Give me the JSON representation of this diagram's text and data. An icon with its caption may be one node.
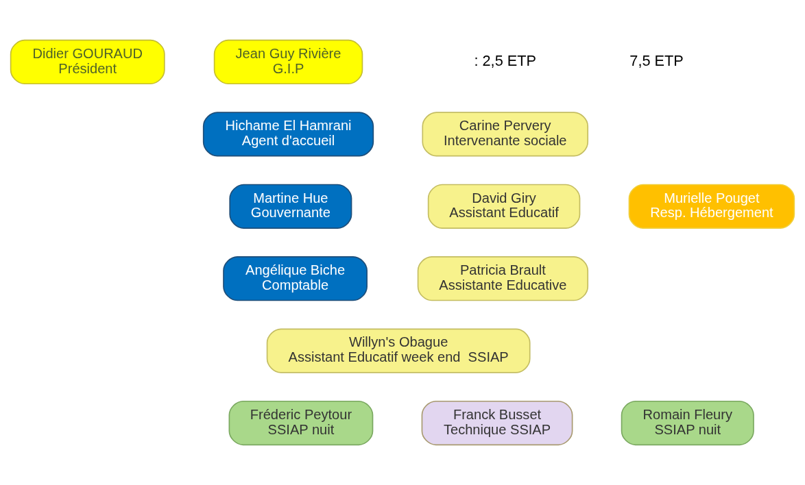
{
  "diagram": {
    "nodes": [
      {
        "text": [
          "Didier GOURAUD",
          "Président"
        ]
      },
      {
        "text": [
          "Jean Guy Rivière",
          "G.I.P"
        ]
      },
      {
        "text": [
          "Carine Pervery",
          "Intervenante sociale"
        ]
      },
      {
        "text": [
          "Hichame El Hamrani",
          "Agent d'accueil"
        ]
      },
      {
        "text": [
          "David Giry",
          "Assistant Educatif"
        ]
      },
      {
        "text": [
          "Murielle Pouget",
          "Resp. Hébergement"
        ]
      },
      {
        "text": [
          "Martine Hue",
          "Gouvernante"
        ]
      },
      {
        "text": [
          "Patricia Brault",
          "Assistante Educative"
        ]
      },
      {
        "text": [
          "Angélique Biche",
          "Comptable"
        ]
      },
      {
        "text": [
          "Willyn's Obague",
          "Assistant Educatif week end  SSIAP"
        ]
      },
      {
        "text": [
          "Fréderic Peytour",
          "SSIAP nuit"
        ]
      },
      {
        "text": [
          "Romain Fleury",
          "SSIAP nuit"
        ]
      },
      {
        "text": [
          "Franck Busset",
          "Technique SSIAP"
        ]
      }
    ],
    "edges": [],
    "labels": [
      ": 2,5 ETP",
      "7,5 ETP"
    ]
  }
}
